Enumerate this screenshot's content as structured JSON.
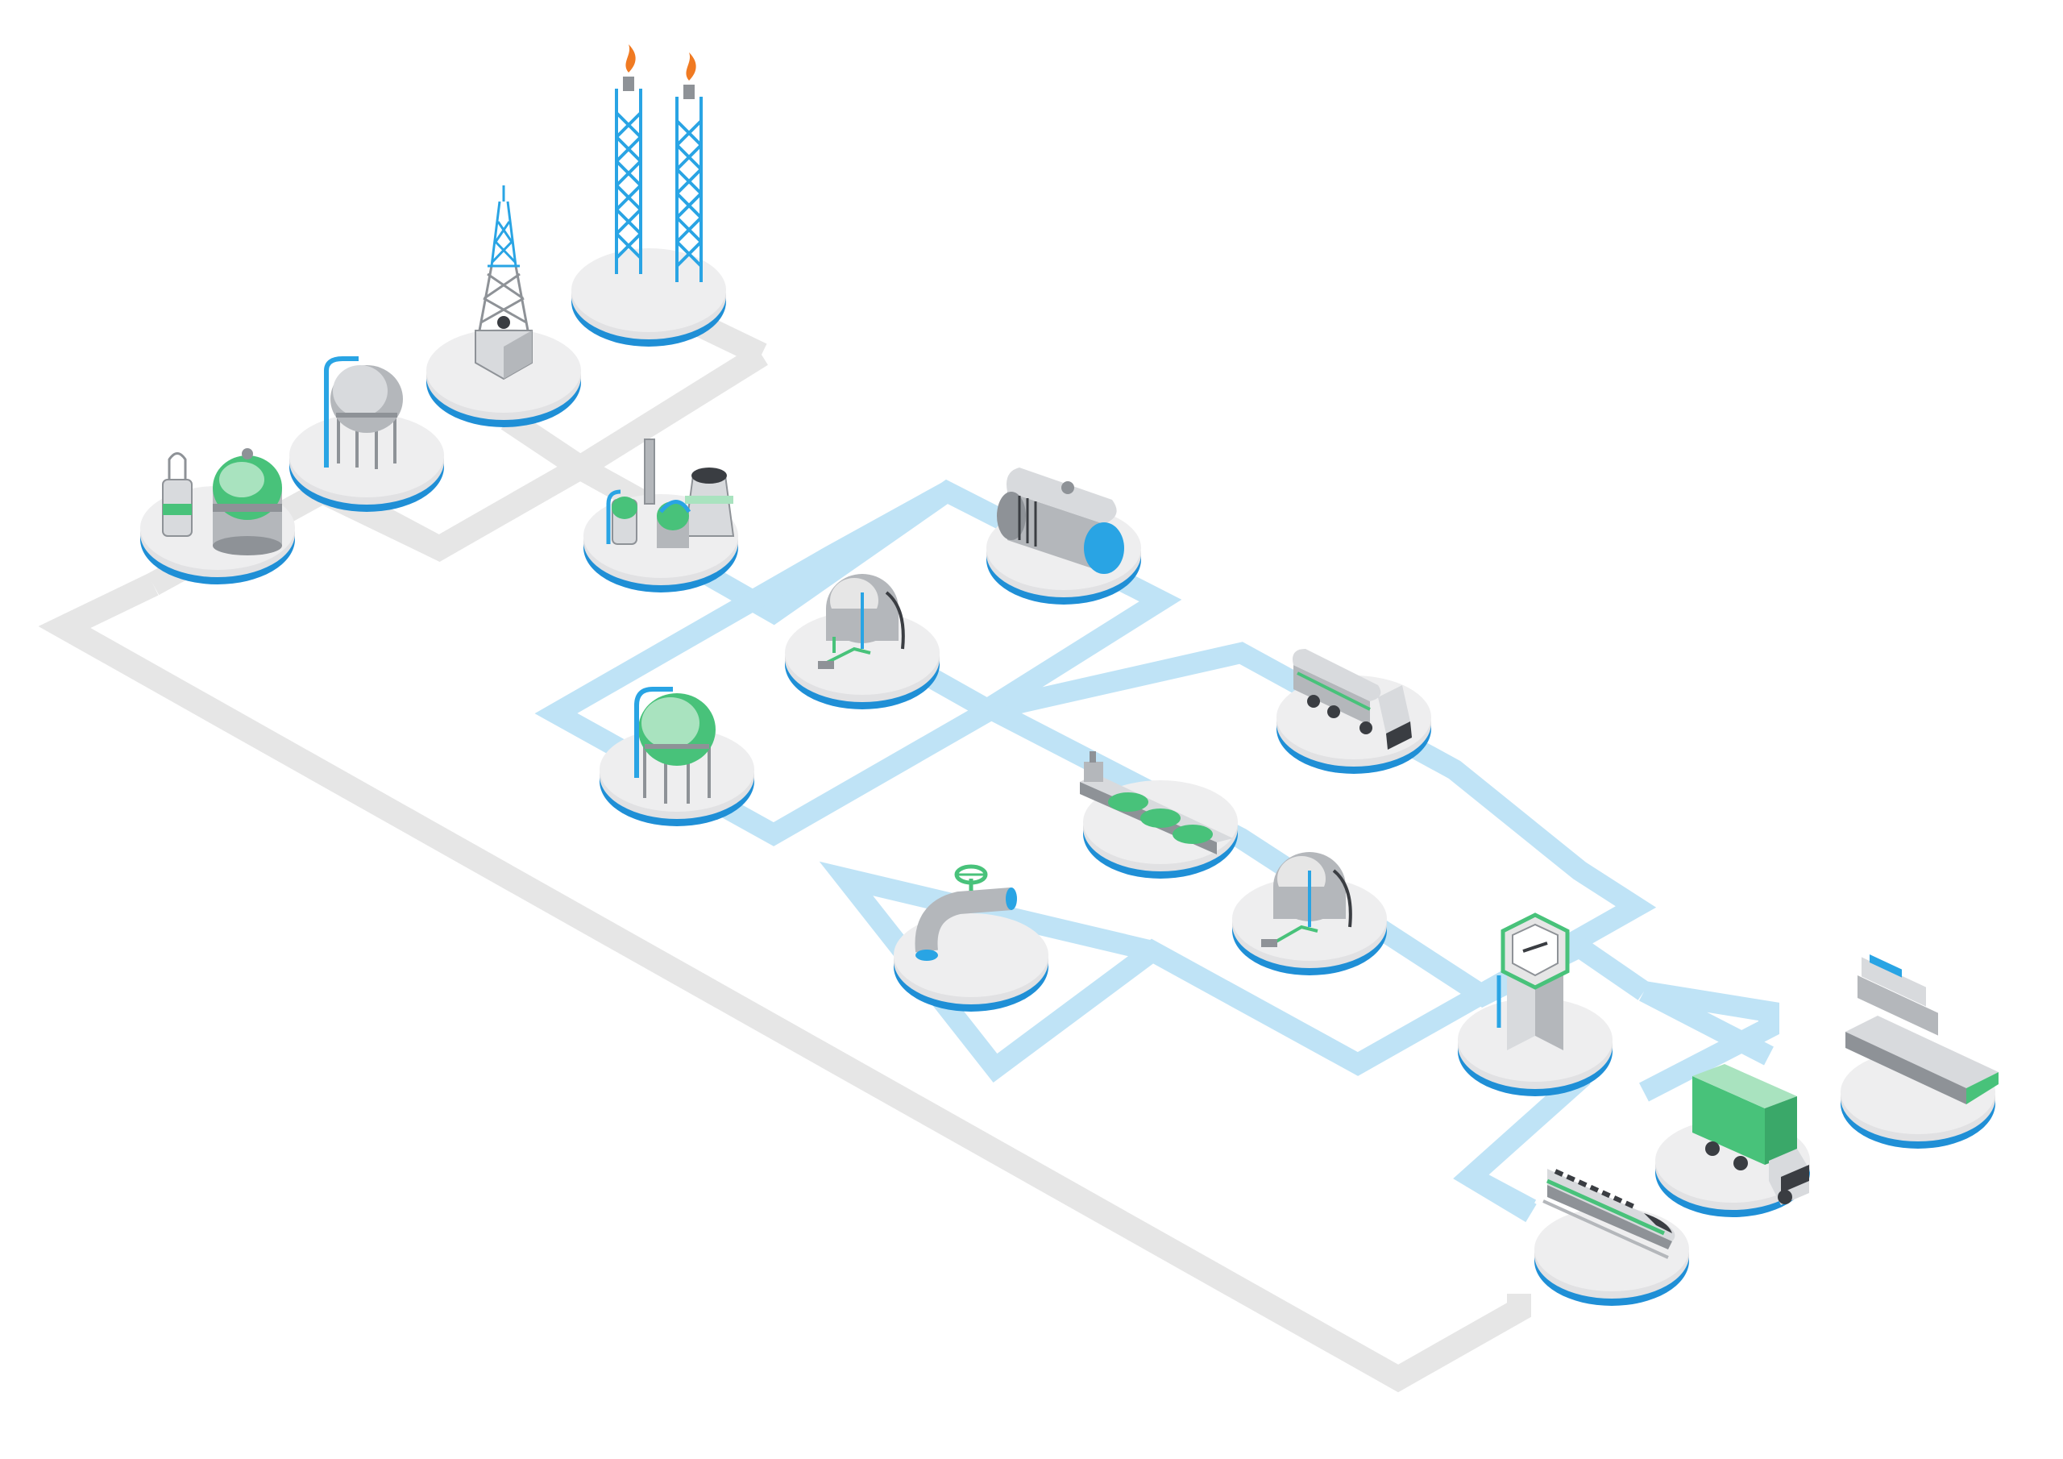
{
  "colors": {
    "gray_pipe": "#e6e6e6",
    "blue_pipe": "#bfe3f6",
    "disc_top": "#eeeeef",
    "disc_rim": "#1f8fd6",
    "disc_edge": "#e1e1e3",
    "steel_light": "#d8dadd",
    "steel_mid": "#b4b7bb",
    "steel_dark": "#8e9297",
    "green": "#48c27a",
    "green_light": "#a9e3bf",
    "blue_accent": "#29a4e4",
    "flame": "#f07a22"
  },
  "nodes": [
    {
      "id": "gas-flare-towers",
      "icon": "flare-tower-icon"
    },
    {
      "id": "drilling-rig",
      "icon": "drilling-rig-icon"
    },
    {
      "id": "spherical-storage-tank",
      "icon": "spherical-tank-icon"
    },
    {
      "id": "gas-processing-plant",
      "icon": "processing-plant-icon"
    },
    {
      "id": "liquefaction-plant",
      "icon": "liquefaction-plant-icon"
    },
    {
      "id": "lng-cylinder-tank",
      "icon": "cylinder-tank-icon"
    },
    {
      "id": "lng-receiving-dome",
      "icon": "dome-terminal-icon"
    },
    {
      "id": "lng-spherical-tank",
      "icon": "spherical-tank-icon"
    },
    {
      "id": "lng-tanker-truck",
      "icon": "tanker-truck-icon"
    },
    {
      "id": "lng-carrier-ship",
      "icon": "lng-carrier-icon"
    },
    {
      "id": "regasification-dome",
      "icon": "dome-terminal-icon"
    },
    {
      "id": "pipeline-valve",
      "icon": "pipeline-valve-icon"
    },
    {
      "id": "fuel-dispenser",
      "icon": "fuel-dispenser-icon"
    },
    {
      "id": "cruise-ship",
      "icon": "cruise-ship-icon"
    },
    {
      "id": "cargo-truck",
      "icon": "cargo-truck-icon"
    },
    {
      "id": "bullet-train",
      "icon": "bullet-train-icon"
    }
  ]
}
